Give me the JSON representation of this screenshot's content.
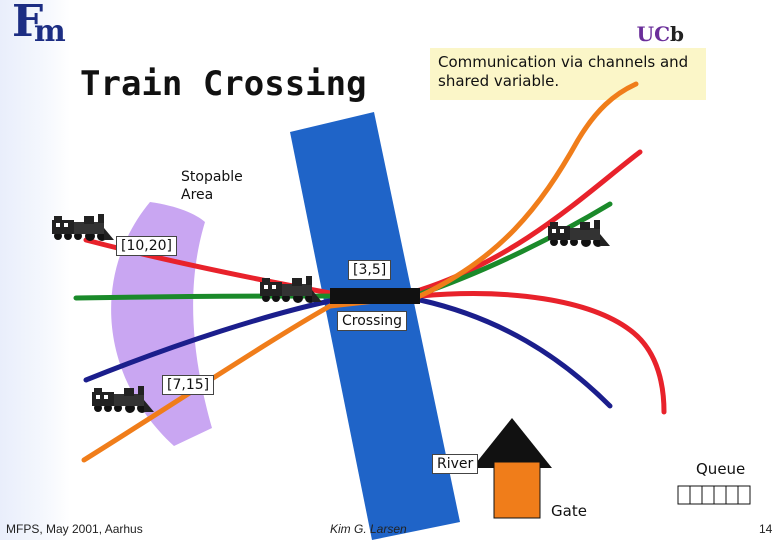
{
  "header": {
    "logo_text_f": "F",
    "logo_text_m": "m",
    "ucb_uc": "UC",
    "ucb_b": "b",
    "title": "Train Crossing"
  },
  "note": {
    "text": "Communication via channels and shared variable."
  },
  "labels": {
    "stopable_area": "Stopable Area",
    "interval_10_20": "[10,20]",
    "interval_3_5": "[3,5]",
    "crossing": "Crossing",
    "interval_7_15": "[7,15]",
    "river": "River",
    "queue": "Queue",
    "gate": "Gate"
  },
  "footer": {
    "left": "MFPS, May 2001, Aarhus",
    "center": "Kim G. Larsen",
    "page": "14"
  },
  "colors": {
    "river": "#1f64c8",
    "stopable_area": "#c9a6f2",
    "track_red": "#e8222b",
    "track_green": "#1a8a2a",
    "track_orange": "#f07d1a",
    "track_navy": "#1b1e8c",
    "gate_body": "#f07d1a",
    "note_bg": "#fbf6c8"
  },
  "icons": [
    "train-icon",
    "train-icon",
    "train-icon",
    "train-icon",
    "gate-house-icon",
    "queue-icon"
  ]
}
